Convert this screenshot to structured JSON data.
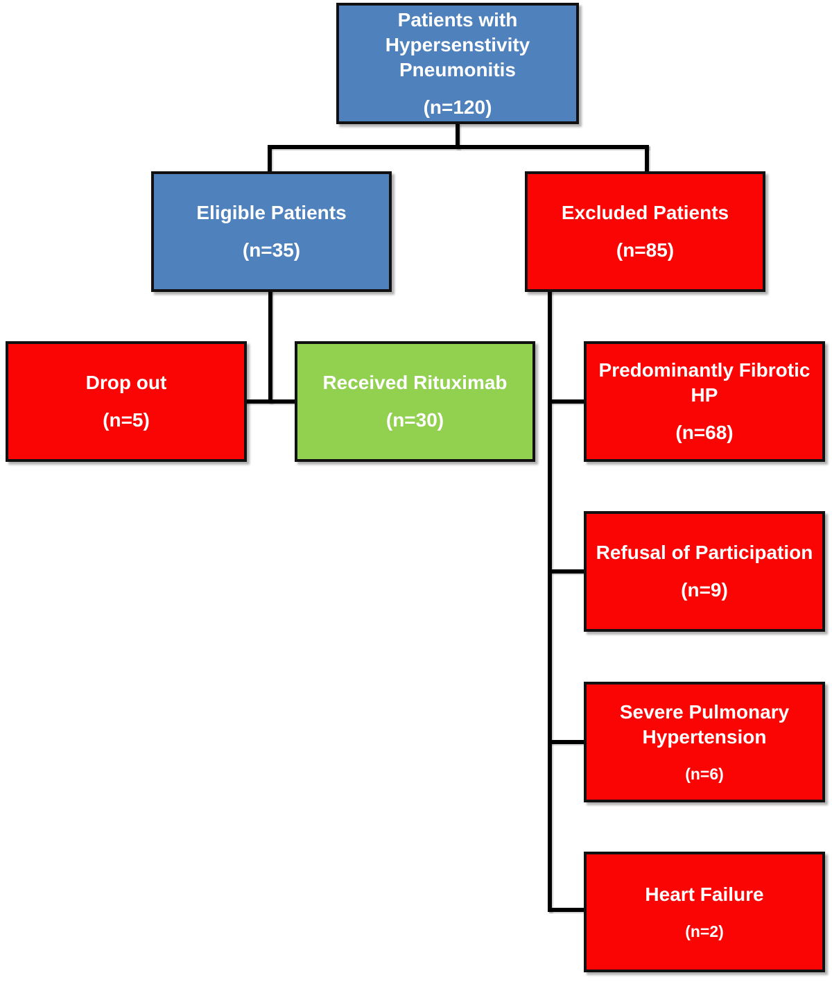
{
  "colors": {
    "blue": "#4F81BD",
    "red": "#FB0404",
    "green": "#92D050",
    "border": "#111111",
    "connector": "#000000",
    "text": "#FFFFFF"
  },
  "boxes": {
    "root": {
      "lines": [
        "Patients with",
        "Hypersenstivity",
        "Pneumonitis"
      ],
      "count": "(n=120)"
    },
    "eligible": {
      "lines": [
        "Eligible Patients"
      ],
      "count": "(n=35)"
    },
    "excluded": {
      "lines": [
        "Excluded Patients"
      ],
      "count": "(n=85)"
    },
    "dropout": {
      "lines": [
        "Drop out"
      ],
      "count": "(n=5)"
    },
    "rituximab": {
      "lines": [
        "Received Rituximab"
      ],
      "count": "(n=30)"
    },
    "fibrotic": {
      "lines": [
        "Predominantly Fibrotic",
        "HP"
      ],
      "count": "(n=68)"
    },
    "refusal": {
      "lines": [
        "Refusal of Participation"
      ],
      "count": "(n=9)"
    },
    "severe_ph": {
      "lines": [
        "Severe Pulmonary",
        "Hypertension"
      ],
      "count": "(n=6)"
    },
    "heart_failure": {
      "lines": [
        "Heart Failure"
      ],
      "count": "(n=2)"
    }
  }
}
